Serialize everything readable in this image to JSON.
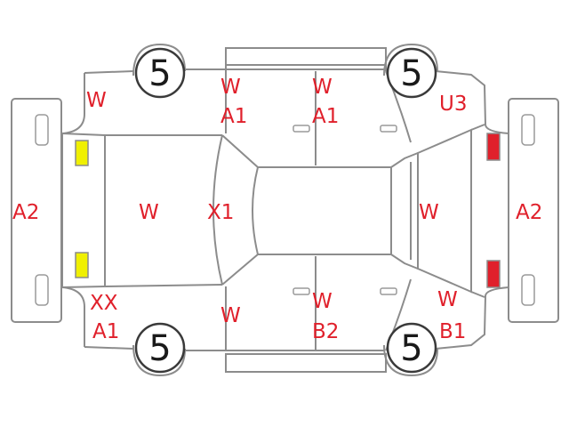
{
  "colors": {
    "outline": "#8c8c8c",
    "damage_code": "#e0202b",
    "front_light": "#f0f000",
    "rear_light": "#e0202b"
  },
  "tires": {
    "front_left": "5",
    "rear_left": "5",
    "front_right": "5",
    "rear_right": "5"
  },
  "codes": {
    "top_fender_front": "W",
    "top_front_door_1": "W",
    "top_front_door_2": "A1",
    "top_rear_door_1": "W",
    "top_rear_door_2": "A1",
    "top_rear_fender": "U3",
    "front_bumper": "A2",
    "hood": "W",
    "windshield_pillar": "X1",
    "rear_glass": "W",
    "rear_bumper": "A2",
    "bottom_fender_front_1": "XX",
    "bottom_fender_front_2": "A1",
    "bottom_front_door": "W",
    "bottom_rear_door_1": "W",
    "bottom_rear_door_2": "B2",
    "bottom_rear_fender_1": "W",
    "bottom_rear_fender_2": "B1"
  }
}
